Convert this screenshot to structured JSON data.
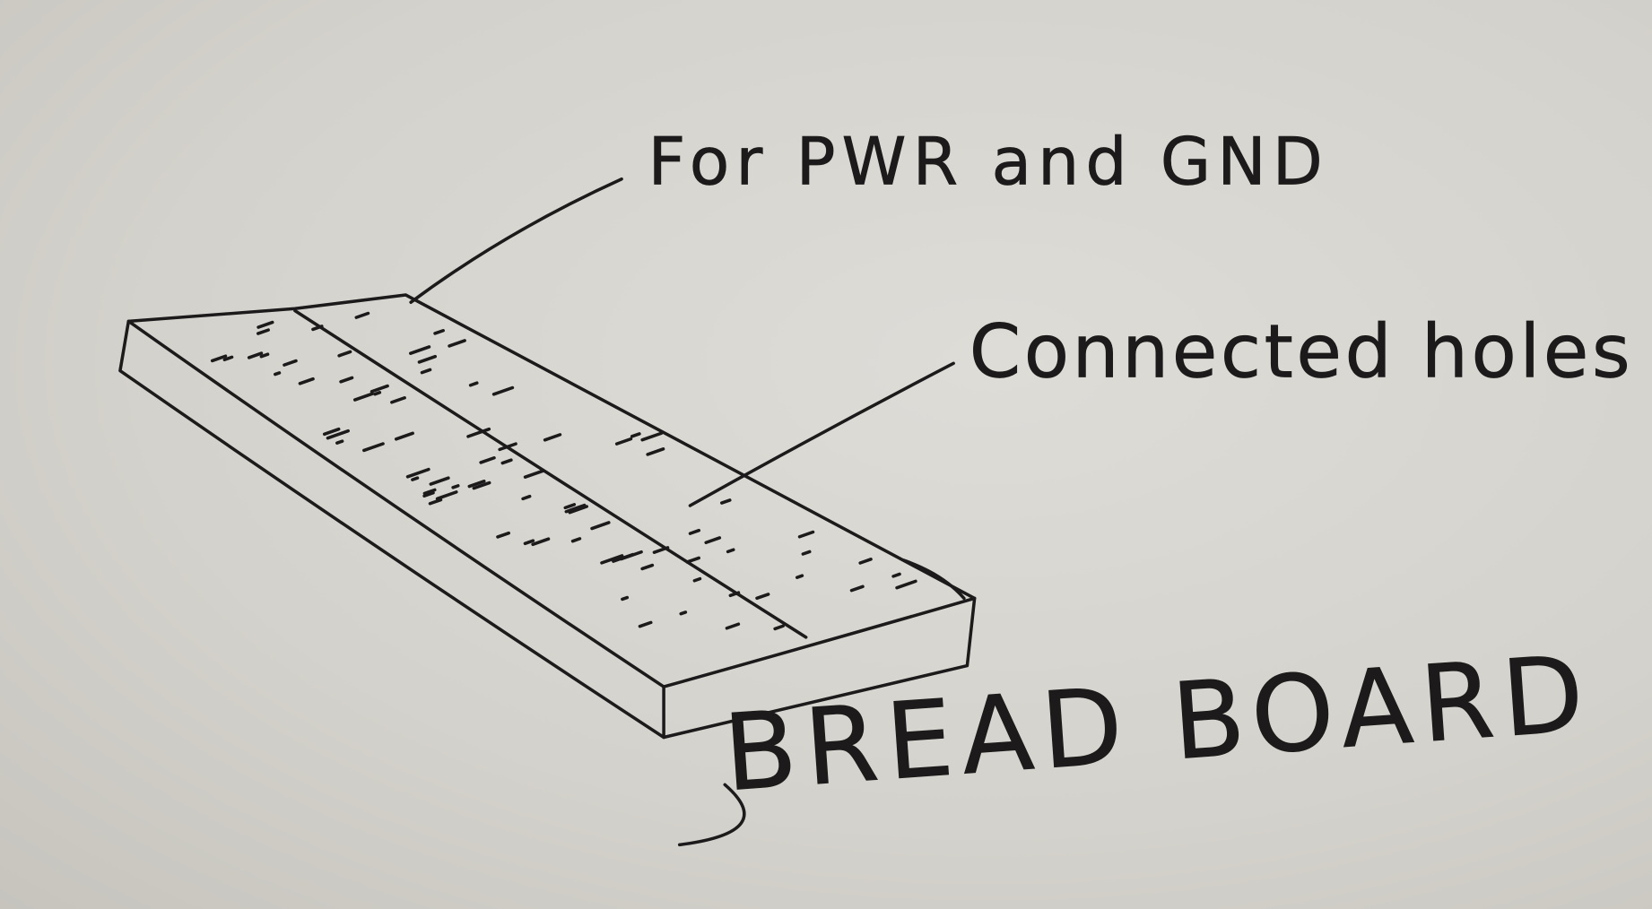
{
  "diagram": {
    "subject": "BREAD BOARD",
    "labels": {
      "power_rail": "For PWR and GND",
      "holes": "Connected holes",
      "title": "BREAD BOARD"
    },
    "colors": {
      "paper": "#d9d7d2",
      "ink": "#1c1a1a"
    }
  }
}
